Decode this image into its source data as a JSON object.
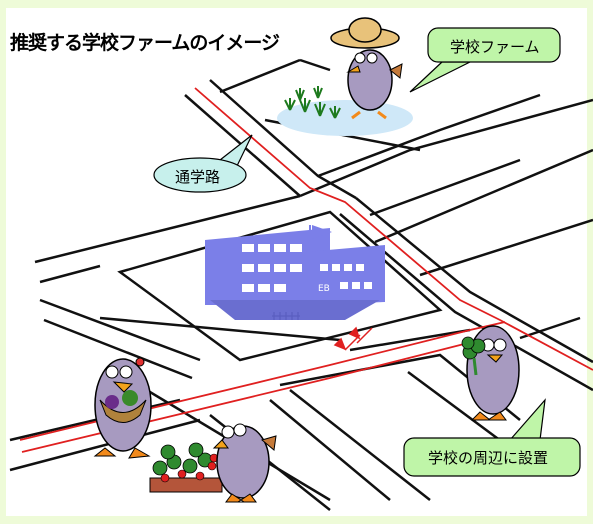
{
  "title": "推奨する学校ファームのイメージ",
  "callouts": {
    "school_farm": "学校ファーム",
    "school_route": "通学路",
    "near_school": "学校の周辺に設置"
  },
  "school_building": {
    "entrance_text": "EB"
  },
  "colors": {
    "background": "#eefbd8",
    "road_line": "#111111",
    "route_line": "#e02020",
    "school_building": "#7b7fe8",
    "bubble_green": "#bff5a8",
    "bubble_teal": "#c7f0ec",
    "bird_body": "#a79ac0",
    "bird_beak": "#f2a21b",
    "bird_feet": "#f28a1b"
  },
  "icons": [
    "farmer-bird-icon",
    "rice-seedlings-icon",
    "bird-with-vegetables-icon",
    "strawberry-plants-icon",
    "bird-with-broccoli-icon",
    "flag-icon"
  ]
}
